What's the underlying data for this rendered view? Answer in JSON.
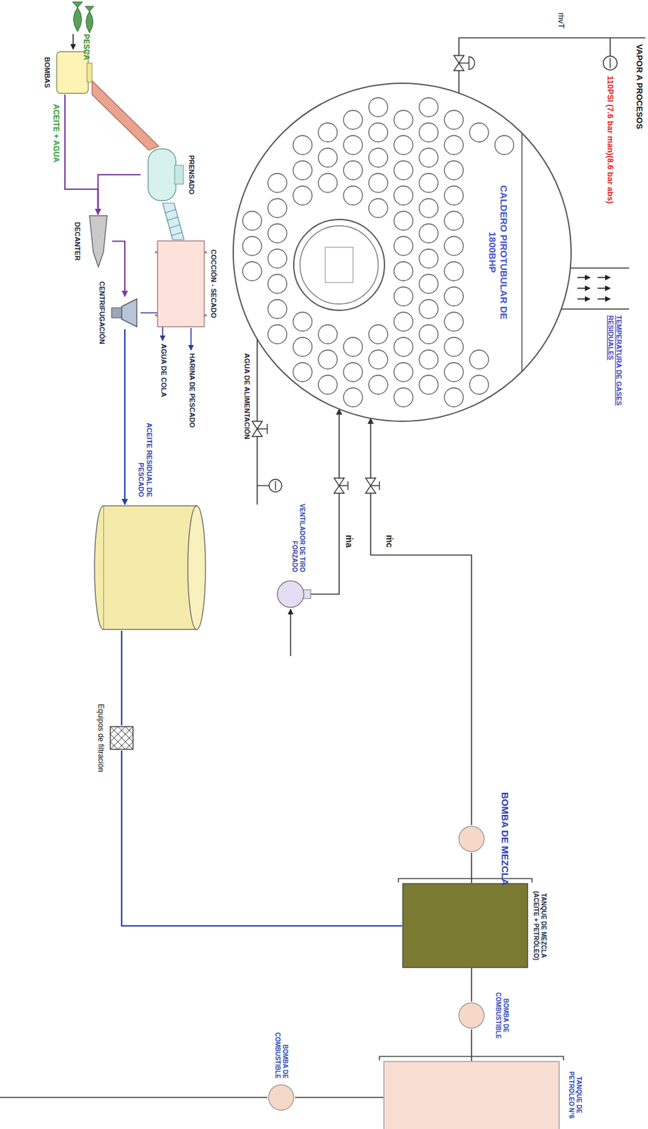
{
  "diagram": {
    "nodes": [
      {
        "text": [
          "CALDERO PIROTUBULAR DE 1800BHP"
        ]
      },
      {
        "text": [
          "BOMBAS"
        ]
      },
      {
        "text": [
          "PRENSADO"
        ]
      },
      {
        "text": [
          "COCCIÓN - SECADO"
        ]
      },
      {
        "text": [
          "DECANTER"
        ]
      },
      {
        "text": [
          "CENTRIFUGACIÓN"
        ]
      },
      {
        "text": [
          "ACEITE RESIDUAL DE PESCADO"
        ]
      },
      {
        "text": [
          "Equipos de filtración"
        ]
      },
      {
        "text": [
          "VENTILADOR DE TIRO FORZADO"
        ]
      },
      {
        "text": [
          "TANQUE DE MEZCLA (ACEITE + PETRÓLEO)"
        ]
      },
      {
        "text": [
          "BOMBA DE MEZCLA"
        ]
      },
      {
        "text": [
          "BOMBA DE COMBUSTIBLE"
        ]
      },
      {
        "text": [
          "TANQUE DE PETROLEO N°6"
        ]
      },
      {
        "text": [
          "BOMBA DE COMBUSTIBLE"
        ]
      }
    ],
    "edges": [
      {
        "from": 1,
        "to": 4,
        "arrow": "to"
      },
      {
        "from": 2,
        "to": 4,
        "arrow": "to"
      },
      {
        "from": 4,
        "to": 5,
        "arrow": "to"
      },
      {
        "from": 5,
        "to": 6,
        "arrow": "to"
      },
      {
        "from": 6,
        "to": 7,
        "arrow": "none"
      },
      {
        "from": 7,
        "to": 9,
        "arrow": "none"
      },
      {
        "from": 12,
        "to": 11,
        "arrow": "none"
      },
      {
        "from": 11,
        "to": 9,
        "arrow": "none"
      },
      {
        "from": 9,
        "to": 10,
        "arrow": "none"
      },
      {
        "from": 10,
        "to": 0,
        "label": "ṁc",
        "arrow": "to"
      },
      {
        "from": 8,
        "to": 0,
        "label": "ṁa",
        "arrow": "to"
      },
      {
        "from": 13,
        "to": 12,
        "arrow": "none"
      }
    ],
    "labels": [
      "PESCA",
      "ACEITE + AGUA",
      "HARINA DE PESCADO",
      "AGUA DE COLA",
      "AGUA DE ALIMENTACIÓN",
      "TEMPERATURA DE GASES RESIDUALES",
      "110PSI (7.6 bar man)(8.6 bar abs)",
      "VAPOR A PROCESOS",
      "ṁvT"
    ]
  }
}
